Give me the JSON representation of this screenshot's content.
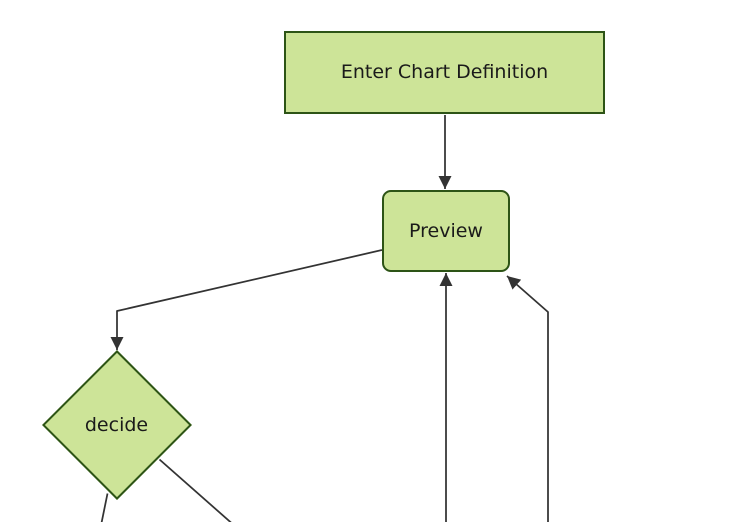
{
  "diagram": {
    "type": "flowchart",
    "background": "#ffffff",
    "theme": {
      "node_fill": "#cde498",
      "node_border": "#2d5416",
      "edge_color": "#333333",
      "text_color": "#1a1a1a"
    },
    "nodes": {
      "enter_chart_definition": {
        "label": "Enter Chart Definition",
        "shape": "rectangle"
      },
      "preview": {
        "label": "Preview",
        "shape": "rounded-rectangle"
      },
      "decide": {
        "label": "decide",
        "shape": "diamond"
      }
    },
    "edges": [
      {
        "from": "enter_chart_definition",
        "to": "preview",
        "arrowhead": true
      },
      {
        "from": "preview",
        "to": "decide",
        "arrowhead": true
      },
      {
        "from": "offscreen-bottom",
        "to": "preview",
        "arrowhead": true
      },
      {
        "from": "offscreen-bottom-right",
        "to": "preview",
        "arrowhead": true
      },
      {
        "from": "decide",
        "to": "offscreen-bottom-left",
        "arrowhead": false
      },
      {
        "from": "decide",
        "to": "offscreen-bottom-right",
        "arrowhead": false
      }
    ]
  }
}
